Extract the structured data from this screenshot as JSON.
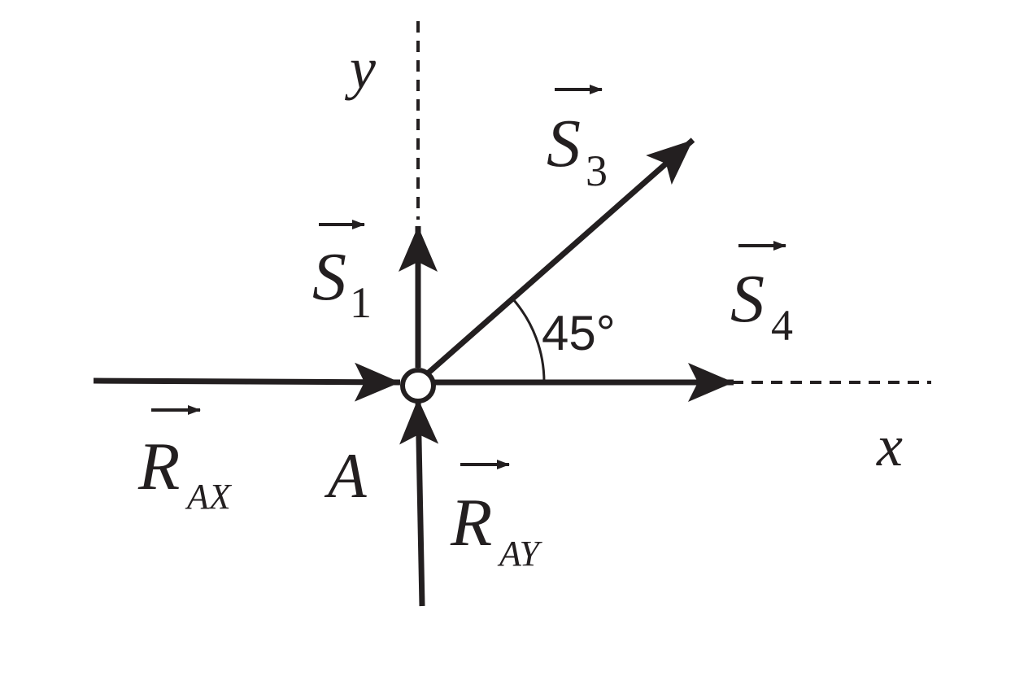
{
  "axes": {
    "x": "x",
    "y": "y"
  },
  "node": "A",
  "angle": "45°",
  "vectors": {
    "s1": {
      "symbol": "S",
      "index": "1"
    },
    "s3": {
      "symbol": "S",
      "index": "3"
    },
    "s4": {
      "symbol": "S",
      "index": "4"
    },
    "rax": {
      "symbol": "R",
      "index": "AX"
    },
    "ray": {
      "symbol": "R",
      "index": "AY"
    }
  }
}
